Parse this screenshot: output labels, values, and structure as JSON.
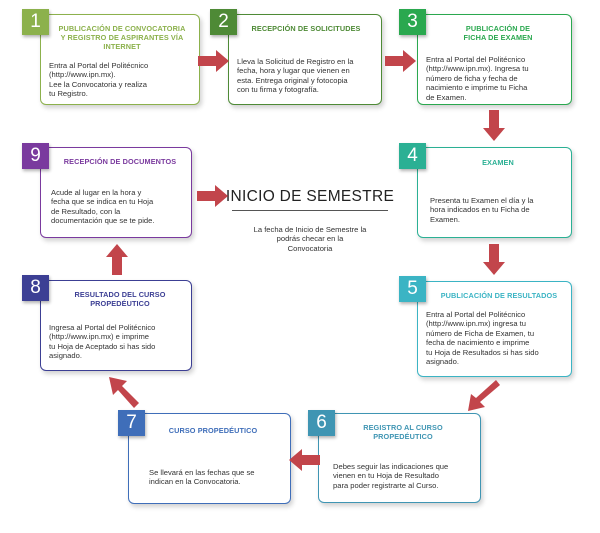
{
  "center": {
    "title": "INICIO DE SEMESTRE",
    "note": "La fecha de Inicio de Semestre la\npodrás checar en la\nConvocatoria"
  },
  "steps": [
    {
      "number": "1",
      "title": "PUBLICACIÓN DE CONVOCATORIA\nY REGISTRO DE ASPIRANTES VÍA\nINTERNET",
      "body": "Entra al Portal del Politécnico\n(http://www.ipn.mx).\nLee la Convocatoria y realiza\ntu Registro.",
      "color": "#8cb14c"
    },
    {
      "number": "2",
      "title": "RECEPCIÓN DE SOLICITUDES",
      "body": "Lleva la Solicitud de Registro en la\nfecha, hora y lugar que vienen en\nesta. Entrega original y fotocopia\ncon tu firma y fotografía.",
      "color": "#4e8a36"
    },
    {
      "number": "3",
      "title": "PUBLICACIÓN DE\nFICHA DE EXAMEN",
      "body": "Entra al Portal del Politécnico\n(http://www.ipn.mx). Ingresa tu\nnúmero de ficha y fecha de\nnacimiento e imprime tu Ficha\nde Examen.",
      "color": "#2aa84f"
    },
    {
      "number": "4",
      "title": "EXAMEN",
      "body": "Presenta tu Examen el día y la\nhora indicados en tu Ficha de\nExamen.",
      "color": "#2bb094"
    },
    {
      "number": "5",
      "title": "PUBLICACIÓN DE RESULTADOS",
      "body": "Entra al Portal del Politécnico\n(http://www.ipn.mx) ingresa tu\nnúmero de Ficha de Examen, tu\nfecha de nacimiento e imprime\ntu Hoja de Resultados si has sido\nasignado.",
      "color": "#3bb4c4"
    },
    {
      "number": "6",
      "title": "REGISTRO AL CURSO\nPROPEDÉUTICO",
      "body": "Debes seguir las indicaciones que\nvienen en tu Hoja de Resultado\npara poder registrarte al Curso.",
      "color": "#3f95b3"
    },
    {
      "number": "7",
      "title": "CURSO PROPEDÉUTICO",
      "body": "Se llevará en las fechas que se\nindican  en la Convocatoria.",
      "color": "#3f6eb9"
    },
    {
      "number": "8",
      "title": "RESULTADO DEL CURSO\nPROPEDÉUTICO",
      "body": "Ingresa al Portal del Politécnico\n(http://www.ipn.mx) e imprime\ntu Hoja de Aceptado si has sido\nasignado.",
      "color": "#3c3f94"
    },
    {
      "number": "9",
      "title": "RECEPCIÓN DE DOCUMENTOS",
      "body": "Acude al lugar en la hora y\nfecha que se indica en tu Hoja\nde Resultado,  con la\ndocumentación que se te pide.",
      "color": "#7a3a9e"
    }
  ],
  "arrow_color": "#c2454b"
}
